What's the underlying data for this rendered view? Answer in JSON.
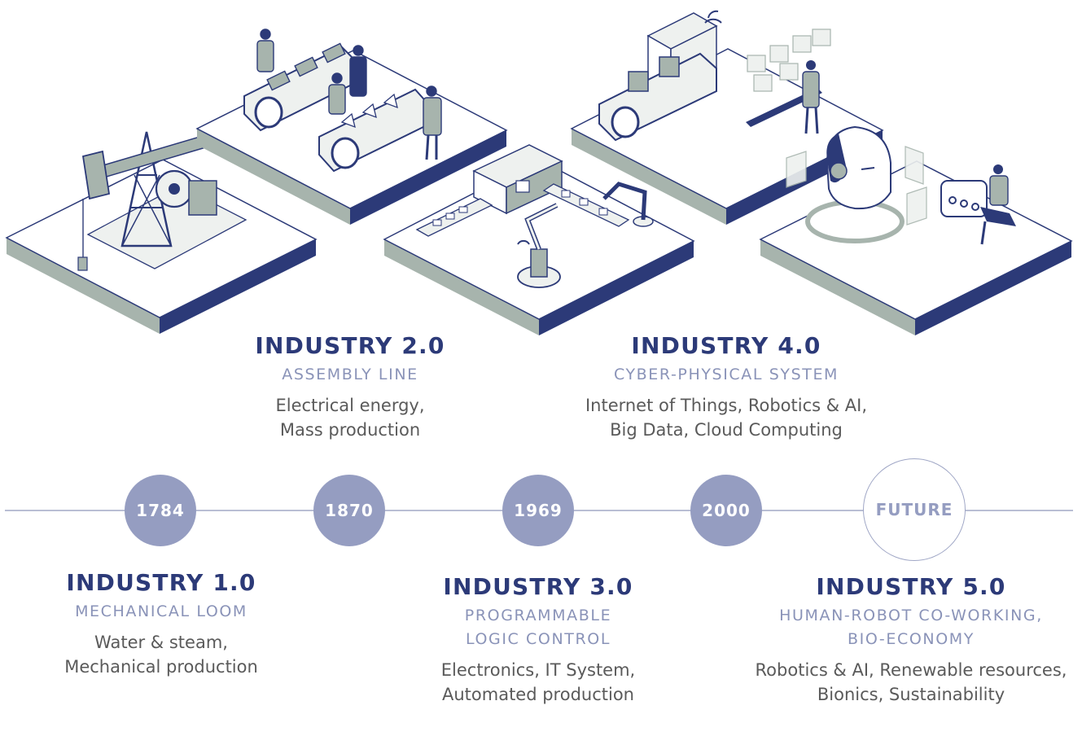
{
  "colors": {
    "navy": "#2c3a78",
    "lavender": "#959dc1",
    "sage": "#a7b4ad",
    "line": "#b9bed4",
    "text": "#5a5a5a"
  },
  "timeline": {
    "years": [
      "1784",
      "1870",
      "1969",
      "2000",
      "FUTURE"
    ]
  },
  "eras": [
    {
      "title": "INDUSTRY 1.0",
      "subtitle": "MECHANICAL LOOM",
      "description": "Water & steam,\nMechanical production"
    },
    {
      "title": "INDUSTRY 2.0",
      "subtitle": "ASSEMBLY LINE",
      "description": "Electrical energy,\nMass production"
    },
    {
      "title": "INDUSTRY 3.0",
      "subtitle": "PROGRAMMABLE\nLOGIC CONTROL",
      "description": "Electronics, IT System,\nAutomated production"
    },
    {
      "title": "INDUSTRY 4.0",
      "subtitle": "CYBER-PHYSICAL SYSTEM",
      "description": "Internet of Things, Robotics & AI,\nBig Data, Cloud Computing"
    },
    {
      "title": "INDUSTRY 5.0",
      "subtitle": "HUMAN-ROBOT CO-WORKING,\nBIO-ECONOMY",
      "description": "Robotics & AI, Renewable resources,\nBionics, Sustainability"
    }
  ],
  "illustrations": [
    {
      "icon": "oil-pump-icon"
    },
    {
      "icon": "assembly-line-icon"
    },
    {
      "icon": "robotic-arm-icon"
    },
    {
      "icon": "cyber-factory-icon"
    },
    {
      "icon": "ai-head-icon"
    }
  ]
}
